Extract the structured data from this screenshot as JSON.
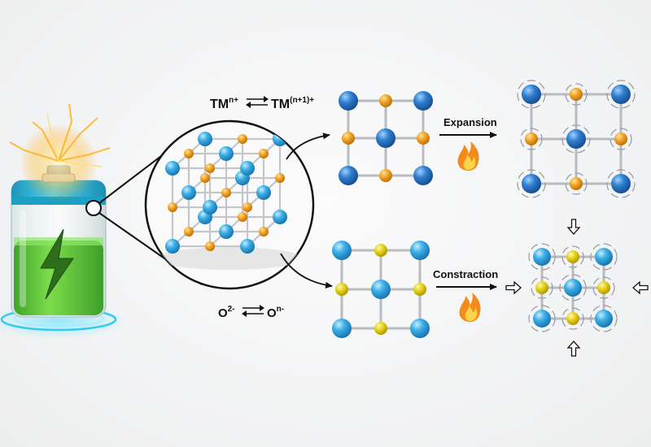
{
  "labels": {
    "tm_left": "TM",
    "tm_left_sup": "n+",
    "tm_right": "TM",
    "tm_right_sup": "(n+1)+",
    "o_left": "O",
    "o_left_sup": "2-",
    "o_right": "O",
    "o_right_sup": "n-",
    "expansion": "Expansion",
    "contraction": "Constraction"
  },
  "colors": {
    "blue_atom": "#2f7fd0",
    "cyan_atom": "#3aaee6",
    "orange_atom": "#f0a21f",
    "yellow_atom": "#e6cf17",
    "battery_green": "#5ccb36",
    "battery_top": "#25b3d6",
    "flame": "#f38a1a"
  },
  "icons": [
    "battery-icon",
    "lightning-icon",
    "flame-icon",
    "arrow-icon"
  ]
}
